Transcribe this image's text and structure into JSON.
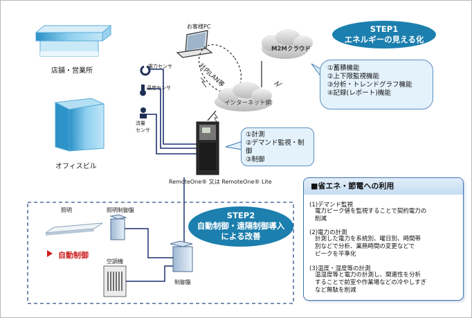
{
  "buildings": {
    "store": "店舗・営業所",
    "office": "オフィスビル"
  },
  "customer_pc": "お客様PC",
  "lan": "社内LAN等",
  "cloud_m2m": "M2Mクラウド",
  "cloud_internet": "インターネット網",
  "sensors": {
    "power": "電力センサ",
    "temp": "温度センサ",
    "flow_line1": "流量",
    "flow_line2": "センサ"
  },
  "device_caption": "RemoteOne® 又は RemoteOne® Lite",
  "device_functions": [
    "①計測",
    "②デマンド監視・制御",
    "③制御"
  ],
  "cloud_functions": [
    "①蓄積機能",
    "②上下限監視機能",
    "③分析・トレンドグラフ機能",
    "④記録(レポート)機能"
  ],
  "step1": {
    "line1": "STEP1",
    "line2": "エネルギーの見える化"
  },
  "step2": {
    "line1": "STEP2",
    "line2": "自動制御・遠隔制御導入",
    "line3": "による改善"
  },
  "control_area": {
    "lighting": "照明",
    "lighting_panel": "照明制御盤",
    "aircon": "空調機",
    "control_panel": "制御盤",
    "auto_control": "自動制御"
  },
  "info": {
    "title": "■省エネ・節電への利用",
    "items": [
      {
        "title": "(1)デマンド監視",
        "body": [
          "電力ピーク値を監視することで契約電力の",
          "削減"
        ]
      },
      {
        "title": "(2)電力の計測",
        "body": [
          "計測した電力を系統別、曜日別、時間帯",
          "別などで分析、業務時間の変更などで",
          "ピークを平準化"
        ]
      },
      {
        "title": "(3)温度・湿度等の計測",
        "body": [
          "温湿度等と電力の計測し、関連性を分析",
          "することで前室や作業場などの冷やしすぎ",
          "など無駄を削減"
        ]
      }
    ]
  },
  "colors": {
    "accent": "#1c7fae",
    "bubble_border": "#5a8cc0",
    "bubble_fill": "#e4f2fb",
    "auto_red": "#cc1f1f"
  }
}
